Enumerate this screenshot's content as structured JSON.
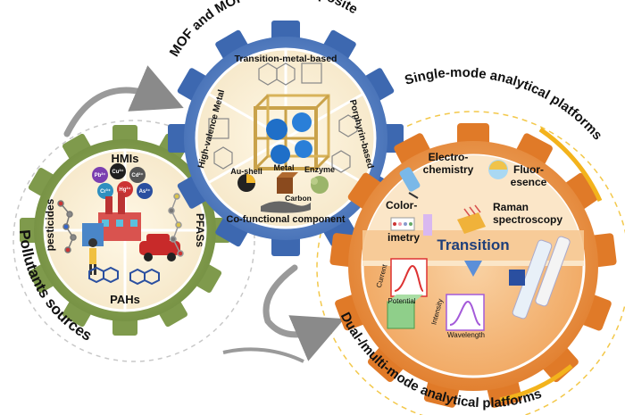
{
  "outer_labels": {
    "pollutants": "Pollutants sources",
    "mof": "MOF and MOF-based composite",
    "single": "Single-mode analytical platforms",
    "dual": "Dual-/multi-mode analytical platforms"
  },
  "pollutants": {
    "hmis": "HMIs",
    "pesticides": "pesticides",
    "pfass": "PFASs",
    "pahs": "PAHs",
    "ions": [
      "Pb²⁺",
      "Cu²⁺",
      "Cd²⁺",
      "Cr³⁺",
      "Hg²⁺",
      "As³⁺"
    ]
  },
  "mof": {
    "transition": "Transition-metal-based",
    "high_valence": "High-valence Metal",
    "porphyrin": "Porphyrin-based",
    "cofunctional": "Co-functional component",
    "au_shell": "Au-shell",
    "metal": "Metal",
    "enzyme": "Enzyme",
    "carbon": "Carbon"
  },
  "analytical": {
    "electrochemistry": [
      "Electro-",
      "chemistry"
    ],
    "fluorescence": [
      "Fluor-",
      "esence"
    ],
    "colorimetry": [
      "Color-",
      "imetry"
    ],
    "raman": [
      "Raman",
      "spectroscopy"
    ],
    "transition": "Transition",
    "current": "Current",
    "potential": "Potential",
    "intensity": "Intensity",
    "wavelength": "Wavelength"
  },
  "colors": {
    "green_gear": "#7f9a4c",
    "blue_gear": "#4a78c0",
    "orange_gear": "#e38a3a",
    "accent_yellow": "#f3b31c"
  }
}
